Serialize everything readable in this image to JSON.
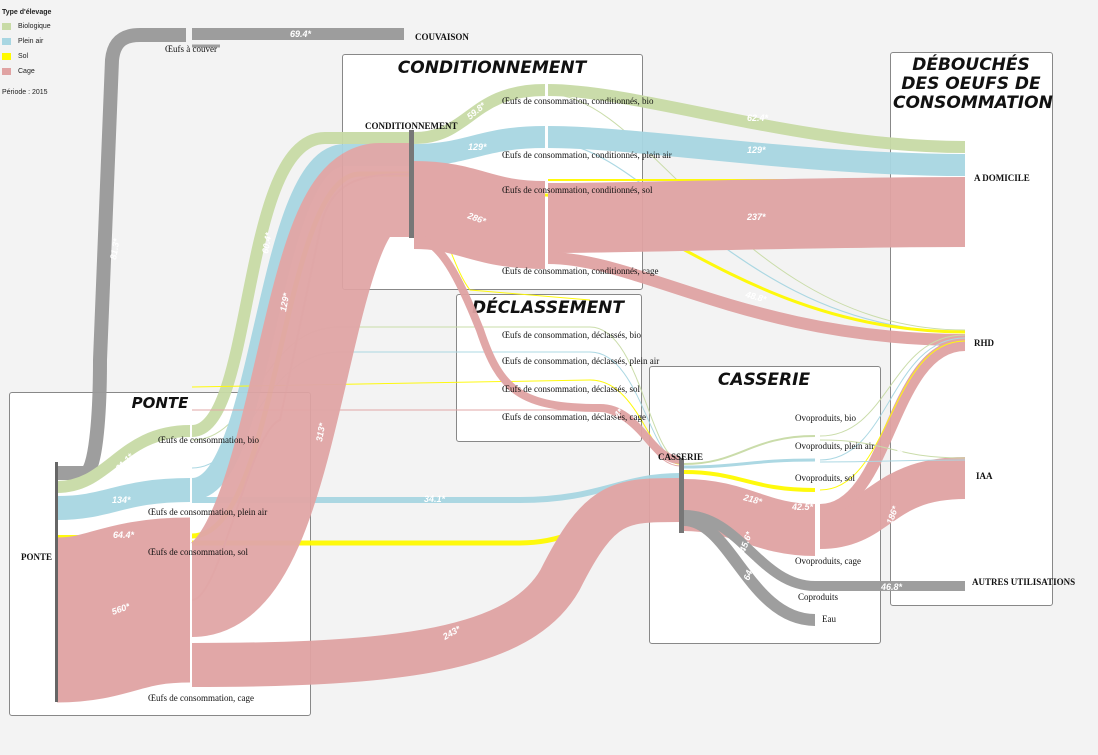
{
  "legend": {
    "title": "Type d'élevage",
    "items": [
      {
        "label": "Biologique",
        "color": "#c8dba6"
      },
      {
        "label": "Plein air",
        "color": "#a8d6e2"
      },
      {
        "label": "Sol",
        "color": "#fffa00"
      },
      {
        "label": "Cage",
        "color": "#e0a3a3"
      }
    ],
    "period": "Période : 2015"
  },
  "sections": {
    "ponte": "PONTE",
    "conditionnement": "CONDITIONNEMENT",
    "declassement": "DÉCLASSEMENT",
    "casserie": "CASSERIE",
    "debouches": "DÉBOUCHÉS DES OEUFS DE CONSOMMATION"
  },
  "nodes": {
    "ponte": "PONTE",
    "couvaison": "COUVAISON",
    "oeufs_couver": "Œufs à couver",
    "ponte_bio": "Œufs de consommation, bio",
    "ponte_plein_air": "Œufs de consommation, plein air",
    "ponte_sol": "Œufs de consommation, sol",
    "ponte_cage": "Œufs de consommation, cage",
    "conditionnement": "CONDITIONNEMENT",
    "cond_bio": "Œufs de consommation, conditionnés, bio",
    "cond_plein_air": "Œufs de consommation, conditionnés, plein air",
    "cond_sol": "Œufs de consommation, conditionnés, sol",
    "cond_cage": "Œufs de consommation, conditionnés, cage",
    "decl_bio": "Œufs de consommation, déclassés, bio",
    "decl_plein_air": "Œufs de consommation, déclassés, plein air",
    "decl_sol": "Œufs de consommation, déclassés, sol",
    "decl_cage": "Œufs de consommation, déclassés, cage",
    "casserie": "CASSERIE",
    "ovo_bio": "Ovoproduits, bio",
    "ovo_plein_air": "Ovoproduits, plein air",
    "ovo_sol": "Ovoproduits, sol",
    "ovo_cage": "Ovoproduits, cage",
    "coproduits": "Coproduits",
    "eau": "Eau",
    "domicile": "A DOMICILE",
    "rhd": "RHD",
    "iaa": "IAA",
    "autres": "AUTRES UTILISATIONS"
  },
  "chart_data": {
    "type": "sankey",
    "period": "2015",
    "values": {
      "oeufs_a_couver": "81.3*",
      "couvaison": "69.4*",
      "bio": "61.1*",
      "plein_air": "134*",
      "sol": "64.4*",
      "cage": "560*",
      "cond_bio": "59.8*",
      "cond_plein_air": "129*",
      "cond_cage": "286*",
      "to_cond_bio": "60.4*",
      "to_cond_plein_air": "129*",
      "to_cond_cage": "313*",
      "domicile_bio": "62.4*",
      "domicile_plein_air": "129*",
      "domicile_cage": "237*",
      "rhd_cage": "48.8*",
      "plein_air_casserie": "34.1*",
      "bio_casserie": "30.5*",
      "cage_casserie": "243*",
      "decl_cage": "31.4*",
      "ovo_cage": "218*",
      "ovo_cage_out": "42.5*",
      "coproduits": "45.6*",
      "eau": "64.4*",
      "iaa_cage": "186*",
      "rhd_ovo": "48.1*",
      "autres": "46.8*"
    }
  }
}
